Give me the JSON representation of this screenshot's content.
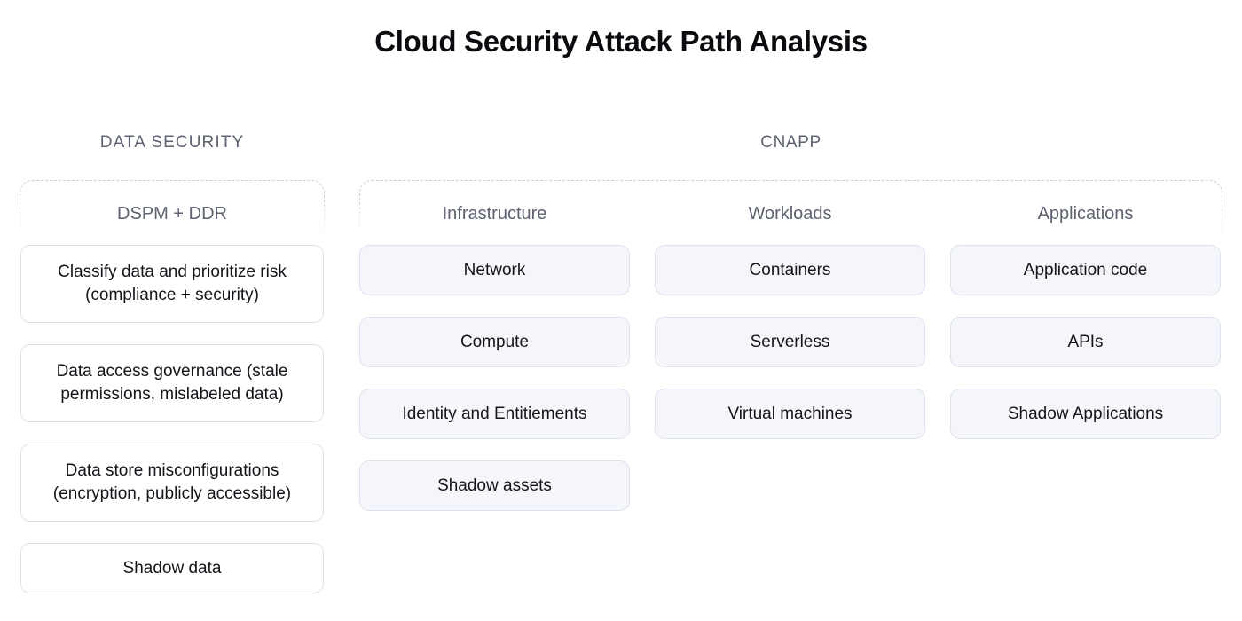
{
  "title": "Cloud Security Attack Path Analysis",
  "groups": [
    {
      "name": "data-security",
      "header": "DATA SECURITY",
      "columns": [
        {
          "name": "dspm-ddr",
          "title": "DSPM + DDR",
          "style": "white",
          "items": [
            {
              "label": "Classify data and prioritize risk (compliance + security)",
              "lines": 2
            },
            {
              "label": "Data access governance (stale permissions, mislabeled data)",
              "lines": 2
            },
            {
              "label": "Data store misconfigurations (encryption, publicly accessible)",
              "lines": 2
            },
            {
              "label": "Shadow data",
              "lines": 1
            }
          ]
        }
      ]
    },
    {
      "name": "cnapp",
      "header": "CNAPP",
      "columns": [
        {
          "name": "infrastructure",
          "title": "Infrastructure",
          "style": "tinted",
          "items": [
            {
              "label": "Network",
              "lines": 1
            },
            {
              "label": "Compute",
              "lines": 1
            },
            {
              "label": "Identity and Entitiements",
              "lines": 1
            },
            {
              "label": "Shadow assets",
              "lines": 1
            }
          ]
        },
        {
          "name": "workloads",
          "title": "Workloads",
          "style": "tinted",
          "items": [
            {
              "label": "Containers",
              "lines": 1
            },
            {
              "label": "Serverless",
              "lines": 1
            },
            {
              "label": "Virtual machines",
              "lines": 1
            }
          ]
        },
        {
          "name": "applications",
          "title": "Applications",
          "style": "tinted",
          "items": [
            {
              "label": "Application code",
              "lines": 1
            },
            {
              "label": "APIs",
              "lines": 1
            },
            {
              "label": "Shadow Applications",
              "lines": 1
            }
          ]
        }
      ]
    }
  ],
  "colors": {
    "title_text": "#0b0b0f",
    "header_text": "#5d6271",
    "card_text": "#14151a",
    "card_white_bg": "#ffffff",
    "card_tinted_bg": "#f4f6fb",
    "card_border": "#dee2ec",
    "dashed_border": "#c9cdda",
    "page_bg": "#ffffff"
  }
}
